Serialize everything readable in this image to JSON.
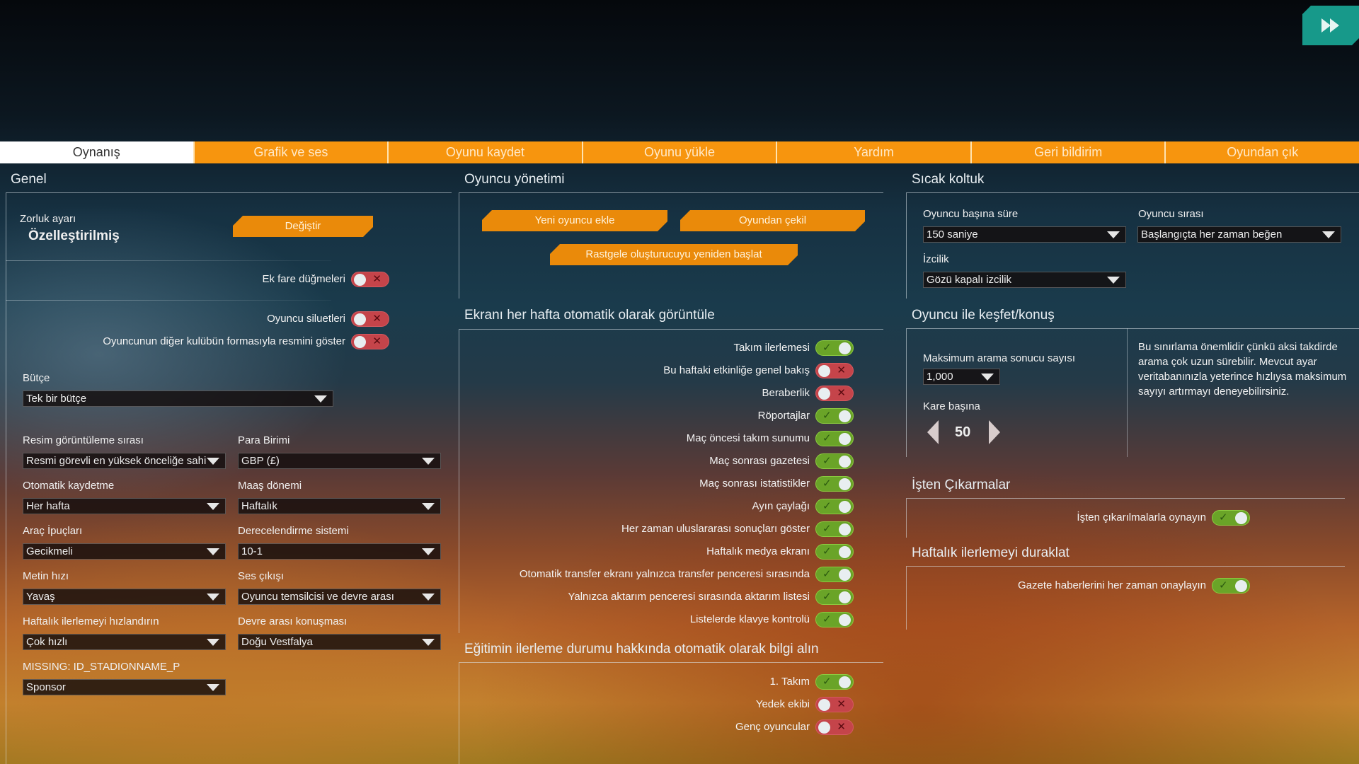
{
  "fast_forward_icon": "fast-forward-icon",
  "tabs": [
    {
      "label": "Oynanış",
      "active": true
    },
    {
      "label": "Grafik ve ses"
    },
    {
      "label": "Oyunu kaydet"
    },
    {
      "label": "Oyunu yükle"
    },
    {
      "label": "Yardım"
    },
    {
      "label": "Geri bildirim"
    },
    {
      "label": "Oyundan çık"
    }
  ],
  "general": {
    "title": "Genel",
    "difficulty_label": "Zorluk ayarı",
    "difficulty_value": "Özelleştirilmiş",
    "change_button": "Değiştir",
    "toggles": [
      {
        "label": "Ek fare düğmeleri",
        "on": false
      },
      {
        "label": "Oyuncu siluetleri",
        "on": false
      },
      {
        "label": "Oyuncunun diğer kulübün formasıyla resmini göster",
        "on": false
      }
    ],
    "budget_label": "Bütçe",
    "budget_value": "Tek bir bütçe",
    "dropdowns": [
      {
        "label": "Resim görüntüleme sırası",
        "value": "Resmi görevli en yüksek önceliğe sahi"
      },
      {
        "label": "Para Birimi",
        "value": "GBP (£)"
      },
      {
        "label": "Otomatik kaydetme",
        "value": "Her hafta"
      },
      {
        "label": "Maaş dönemi",
        "value": "Haftalık"
      },
      {
        "label": "Araç İpuçları",
        "value": "Gecikmeli"
      },
      {
        "label": "Derecelendirme sistemi",
        "value": "10-1"
      },
      {
        "label": "Metin hızı",
        "value": "Yavaş"
      },
      {
        "label": "Ses çıkışı",
        "value": "Oyuncu temsilcisi ve devre arası"
      },
      {
        "label": "Haftalık ilerlemeyi hızlandırın",
        "value": "Çok hızlı"
      },
      {
        "label": "Devre arası konuşması",
        "value": "Doğu Vestfalya"
      },
      {
        "label": "MISSING: ID_STADIONNAME_P",
        "value": "Sponsor"
      }
    ]
  },
  "player_management": {
    "title": "Oyuncu yönetimi",
    "add_player": "Yeni oyuncu ekle",
    "retire": "Oyundan çekil",
    "restart_random": "Rastgele oluşturucuyu yeniden başlat"
  },
  "weekly_screens": {
    "title": "Ekranı her hafta otomatik olarak görüntüle",
    "toggles": [
      {
        "label": "Takım ilerlemesi",
        "on": true
      },
      {
        "label": "Bu haftaki etkinliğe genel bakış",
        "on": false
      },
      {
        "label": "Beraberlik",
        "on": false
      },
      {
        "label": "Röportajlar",
        "on": true
      },
      {
        "label": "Maç öncesi takım sunumu",
        "on": true
      },
      {
        "label": "Maç sonrası gazetesi",
        "on": true
      },
      {
        "label": "Maç sonrası istatistikler",
        "on": true
      },
      {
        "label": "Ayın çaylağı",
        "on": true
      },
      {
        "label": "Her zaman uluslararası sonuçları göster",
        "on": true
      },
      {
        "label": "Haftalık medya ekranı",
        "on": true
      },
      {
        "label": "Otomatik transfer ekranı yalnızca transfer penceresi sırasında",
        "on": true
      },
      {
        "label": "Yalnızca aktarım penceresi sırasında aktarım listesi",
        "on": true
      },
      {
        "label": "Listelerde klavye kontrolü",
        "on": true
      }
    ]
  },
  "training": {
    "title": "Eğitimin ilerleme durumu hakkında otomatik olarak bilgi alın",
    "toggles": [
      {
        "label": "1. Takım",
        "on": true
      },
      {
        "label": "Yedek ekibi",
        "on": false
      },
      {
        "label": "Genç oyuncular",
        "on": false
      }
    ]
  },
  "hotseat": {
    "title": "Sıcak koltuk",
    "time_label": "Oyuncu başına süre",
    "time_value": "150 saniye",
    "order_label": "Oyuncu sırası",
    "order_value": "Başlangıçta her zaman beğen",
    "scouting_label": "İzcilik",
    "scouting_value": "Gözü kapalı izcilik"
  },
  "search": {
    "title": "Oyuncu ile keşfet/konuş",
    "max_label": "Maksimum arama sonucu sayısı",
    "max_value": "1,000",
    "per_frame_label": "Kare başına",
    "per_frame_value": "50",
    "info": "Bu sınırlama önemlidir çünkü aksi takdirde arama çok uzun sürebilir. Mevcut ayar veritabanınızla yeterince hızlıysa maksimum sayıyı artırmayı deneyebilirsiniz."
  },
  "dismissals": {
    "title": "İşten Çıkarmalar",
    "toggles": [
      {
        "label": "İşten çıkarılmalarla oynayın",
        "on": true
      }
    ]
  },
  "pause": {
    "title": "Haftalık ilerlemeyi duraklat",
    "toggles": [
      {
        "label": "Gazete haberlerini her zaman onaylayın",
        "on": true
      }
    ]
  },
  "colors": {
    "tab_bar": "#f7950e",
    "button": "#ea8a0a",
    "toggle_on": "#6aa428",
    "toggle_off": "#c5444a",
    "fast_forward": "#17998a"
  }
}
